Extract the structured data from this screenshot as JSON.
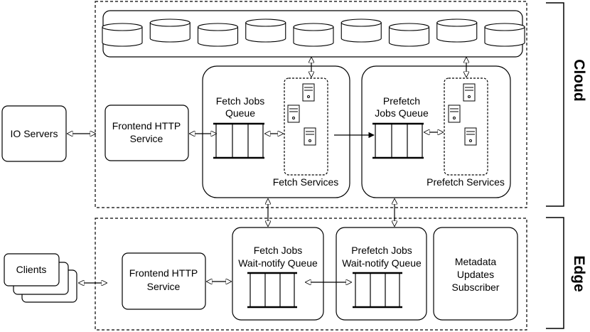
{
  "sections": {
    "cloud_label": "Cloud",
    "edge_label": "Edge"
  },
  "cloud": {
    "io_servers": "IO Servers",
    "frontend_line1": "Frontend HTTP",
    "frontend_line2": "Service",
    "fetch_queue_line1": "Fetch Jobs",
    "fetch_queue_line2": "Queue",
    "fetch_services": "Fetch Services",
    "prefetch_queue_line1": "Prefetch",
    "prefetch_queue_line2": "Jobs Queue",
    "prefetch_services": "Prefetch Services",
    "database_count": 9
  },
  "edge": {
    "clients": "Clients",
    "frontend_line1": "Frontend HTTP",
    "frontend_line2": "Service",
    "fetch_wait_line1": "Fetch Jobs",
    "fetch_wait_line2": "Wait-notify Queue",
    "prefetch_wait_line1": "Prefetch Jobs",
    "prefetch_wait_line2": "Wait-notify Queue",
    "metadata_line1": "Metadata",
    "metadata_line2": "Updates",
    "metadata_line3": "Subscriber"
  },
  "colors": {
    "stroke": "#000000",
    "fill": "#ffffff"
  }
}
